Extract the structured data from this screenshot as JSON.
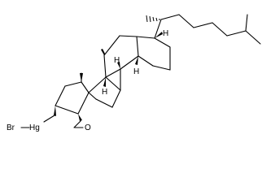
{
  "molecule": {
    "atoms": {
      "hydrogen_1": "H",
      "hydrogen_2": "H",
      "hydrogen_3": "H",
      "hydrogen_4": "H",
      "oxygen": "O",
      "mercury": "Hg",
      "bromine": "Br"
    }
  }
}
